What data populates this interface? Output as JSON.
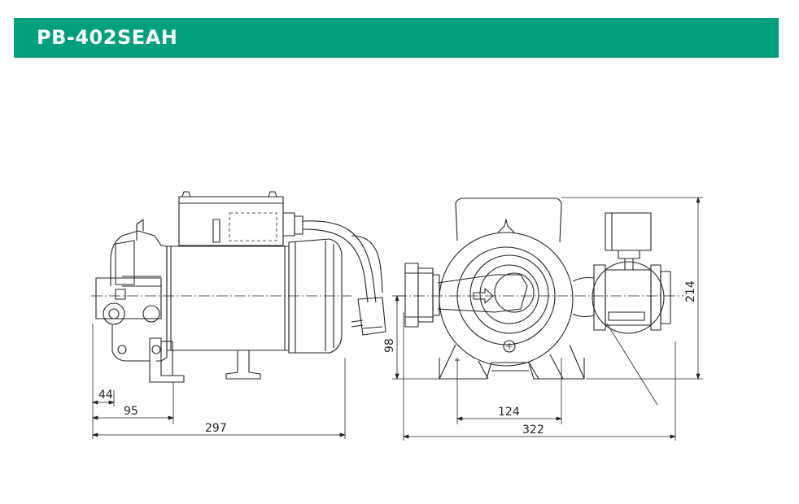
{
  "header": {
    "title": "PB-402SEAH",
    "bg_color": "#00a07c",
    "text_color": "#ffffff"
  },
  "drawing": {
    "side_view": {
      "dim_inlet_offset": "44",
      "dim_flange_to_foot": "95",
      "dim_overall_length": "297"
    },
    "front_view": {
      "dim_foot_spacing": "124",
      "dim_overall_width": "322",
      "dim_overall_height": "214",
      "dim_shaft_height": "98"
    }
  }
}
